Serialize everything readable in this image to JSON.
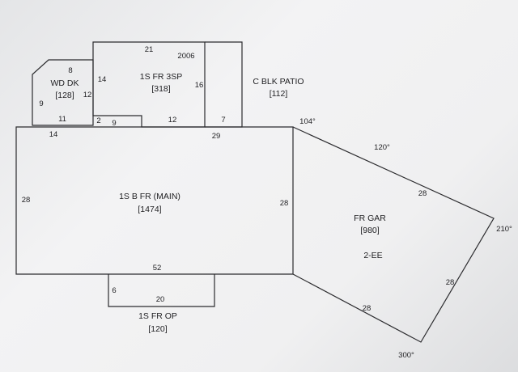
{
  "rooms": {
    "wd_dk": {
      "name": "WD DK",
      "area": "[128]"
    },
    "fr_3sp": {
      "name": "1S FR 3SP",
      "area": "[318]"
    },
    "patio": {
      "name": "C BLK PATIO",
      "area": "[112]"
    },
    "main": {
      "name": "1S B FR (MAIN)",
      "area": "[1474]"
    },
    "garage": {
      "name": "FR GAR",
      "area": "[980]",
      "note": "2-EE"
    },
    "op": {
      "name": "1S FR OP",
      "area": "[120]"
    }
  },
  "dimensions": {
    "wd_top": "8",
    "wd_left": "9",
    "wd_right": "12",
    "wd_bottom": "11",
    "sp_top": "21",
    "sp_year": "2006",
    "sp_left": "14",
    "sp_right": "16",
    "sp_step_a": "2",
    "sp_step_b": "9",
    "sp_bottom": "12",
    "patio_bottom": "7",
    "main_topleft": "14",
    "main_top": "29",
    "main_left": "28",
    "main_right": "28",
    "main_bottom": "52",
    "op_left": "6",
    "op_bottom": "20",
    "gar_upper": "28",
    "gar_right": "28",
    "gar_lower": "28"
  },
  "angles": {
    "a104": "104°",
    "a120": "120°",
    "a210": "210°",
    "a300": "300°"
  }
}
